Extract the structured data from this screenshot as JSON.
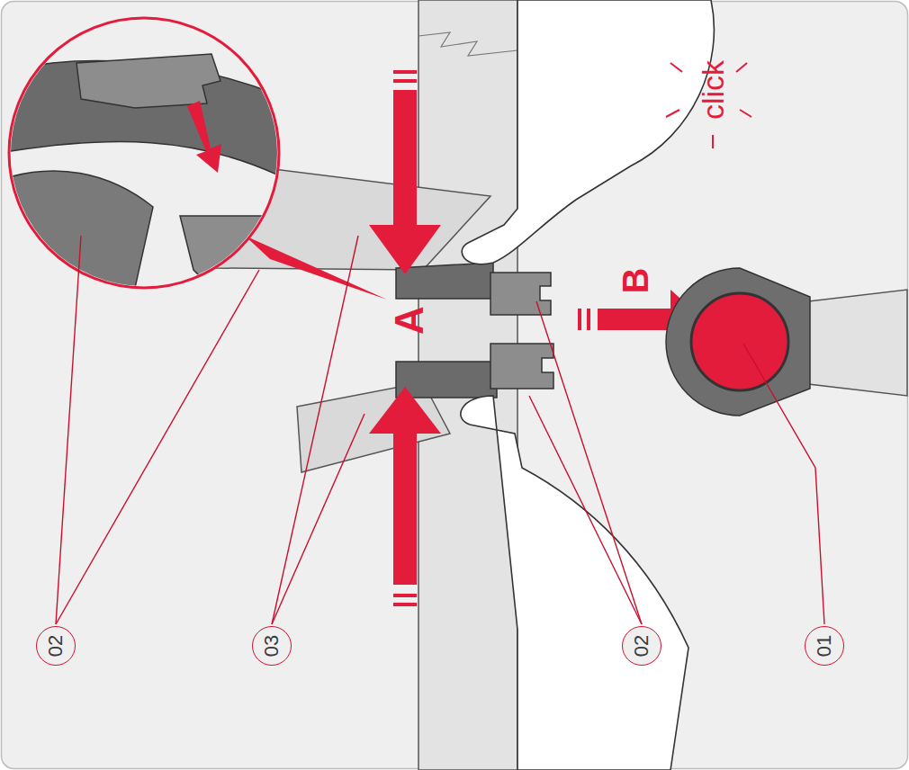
{
  "diagram": {
    "nodes": [
      {
        "text": [
          "02"
        ]
      },
      {
        "text": [
          "03"
        ]
      },
      {
        "text": [
          "02"
        ]
      },
      {
        "text": [
          "01"
        ]
      }
    ],
    "labels": [
      "A",
      "B",
      "click"
    ]
  }
}
